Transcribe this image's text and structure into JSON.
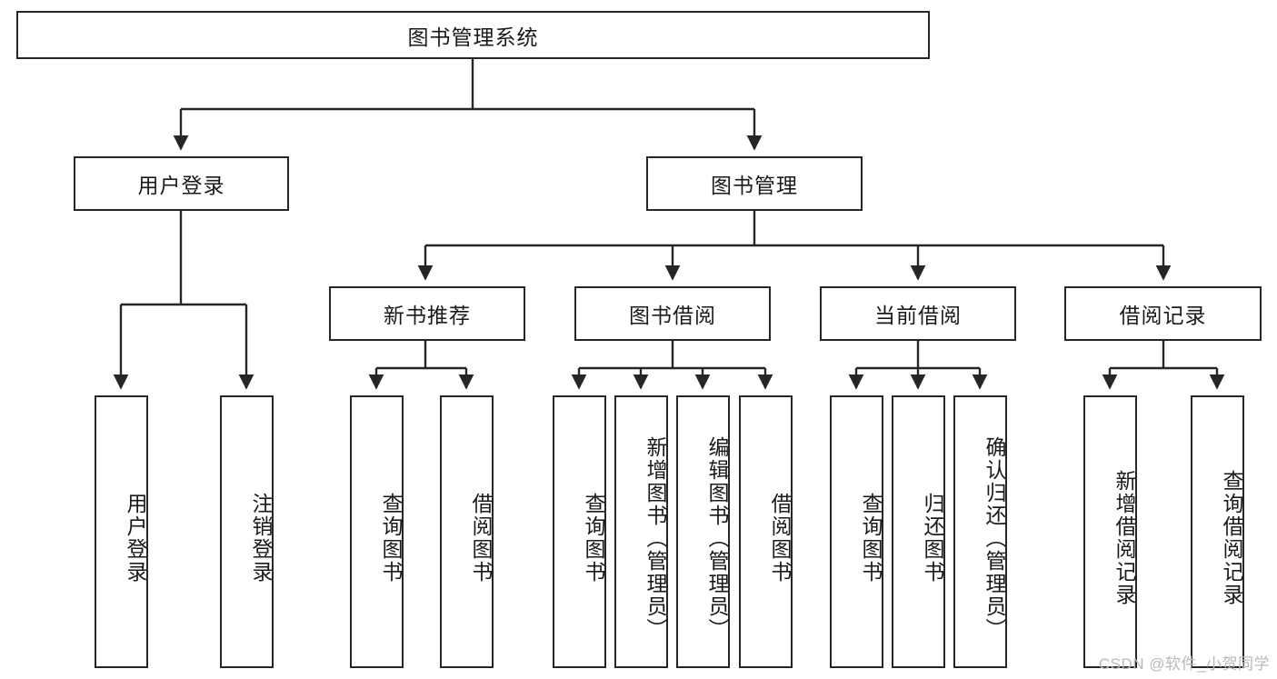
{
  "diagram": {
    "title": "图书管理系统",
    "type": "tree-hierarchy",
    "watermark": "CSDN @软件_小贺同学",
    "colors": {
      "box_border": "#262626",
      "box_fill": "#ffffff",
      "line": "#262626",
      "text": "#1a1a1a",
      "watermark": "#b9b9b9"
    },
    "levels": {
      "root": {
        "label": "图书管理系统"
      },
      "level2": [
        {
          "label": "用户登录"
        },
        {
          "label": "图书管理"
        }
      ],
      "level3": [
        {
          "label": "新书推荐"
        },
        {
          "label": "图书借阅"
        },
        {
          "label": "当前借阅"
        },
        {
          "label": "借阅记录"
        }
      ],
      "leaves": {
        "user_login": [
          {
            "label": "用户登录"
          },
          {
            "label": "注销登录"
          }
        ],
        "new_book_rec": [
          {
            "label": "查询图书"
          },
          {
            "label": "借阅图书"
          }
        ],
        "book_borrow": [
          {
            "label": "查询图书"
          },
          {
            "label": "新增图书（管理员）"
          },
          {
            "label": "编辑图书（管理员）"
          },
          {
            "label": "借阅图书"
          }
        ],
        "current_borrow": [
          {
            "label": "查询图书"
          },
          {
            "label": "归还图书"
          },
          {
            "label": "确认归还（管理员）"
          }
        ],
        "borrow_record": [
          {
            "label": "新增借阅记录"
          },
          {
            "label": "查询借阅记录"
          }
        ]
      }
    }
  }
}
